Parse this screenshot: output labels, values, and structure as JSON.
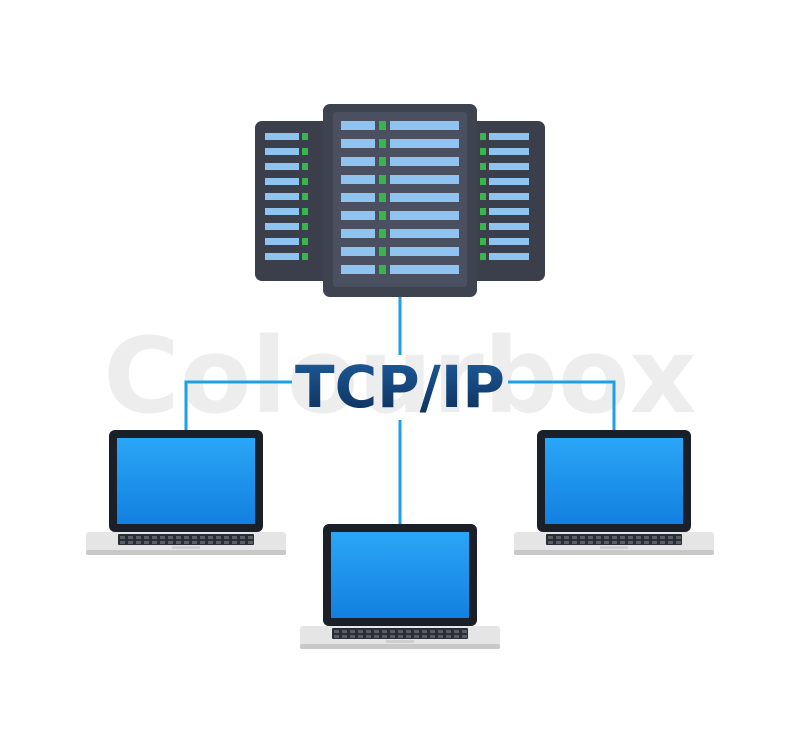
{
  "diagram": {
    "title": "TCP/IP",
    "watermark": "Colourbox",
    "colors": {
      "server_body": "#3a3f4b",
      "server_panel": "#4a5060",
      "drive_slot": "#8fc3f0",
      "led": "#39b54a",
      "connector_line": "#1ea0e6",
      "title": "#0d3b70",
      "laptop_frame": "#1b1f27",
      "laptop_screen": "#1f9cf3",
      "laptop_base": "#e5e5e5",
      "keyboard": "#2a2d33"
    },
    "nodes": [
      {
        "type": "server-rack",
        "icon": "server-icon"
      },
      {
        "type": "laptop",
        "icon": "laptop-icon"
      },
      {
        "type": "laptop",
        "icon": "laptop-icon"
      },
      {
        "type": "laptop",
        "icon": "laptop-icon"
      }
    ]
  }
}
